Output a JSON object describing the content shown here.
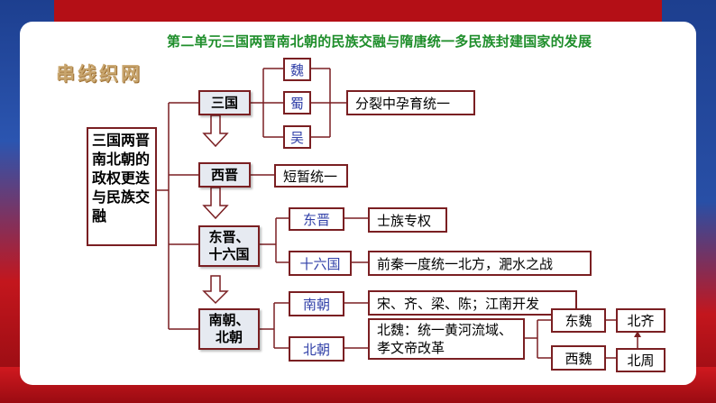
{
  "title": "第二单元三国两晋南北朝的民族交融与隋唐统一多民族封建国家的发展",
  "logo": "串线织网",
  "root": "三国两晋南北朝的政权更迭与民族交融",
  "eras": {
    "sanguo": "三国",
    "xijin": "西晋",
    "dongjin_line1": "东晋、",
    "dongjin_line2": "十六国",
    "nanbei_line1": "南朝、",
    "nanbei_line2": "北朝"
  },
  "kingdoms": [
    "魏",
    "蜀",
    "吴"
  ],
  "notes": {
    "sanguo": "分裂中孕育统一",
    "xijin": "短暂统一",
    "dongjin": "士族专权",
    "shiliuguo": "前秦一度统一北方，淝水之战",
    "nanchao": "宋、齐、梁、陈；江南开发",
    "beichao_line1": "北魏：统一黄河流域、",
    "beichao_line2": "孝文帝改革"
  },
  "subs": {
    "dongjin": "东晋",
    "shiliuguo": "十六国",
    "nanchao": "南朝",
    "beichao": "北朝"
  },
  "states": {
    "dongwei": "东魏",
    "xiwei": "西魏",
    "beiqi": "北齐",
    "beizhou": "北周"
  },
  "colors": {
    "title": "#1f8e2b",
    "line": "#7a1f22",
    "sub_text": "#3140a8",
    "era_fill": "#e6eaf1"
  }
}
